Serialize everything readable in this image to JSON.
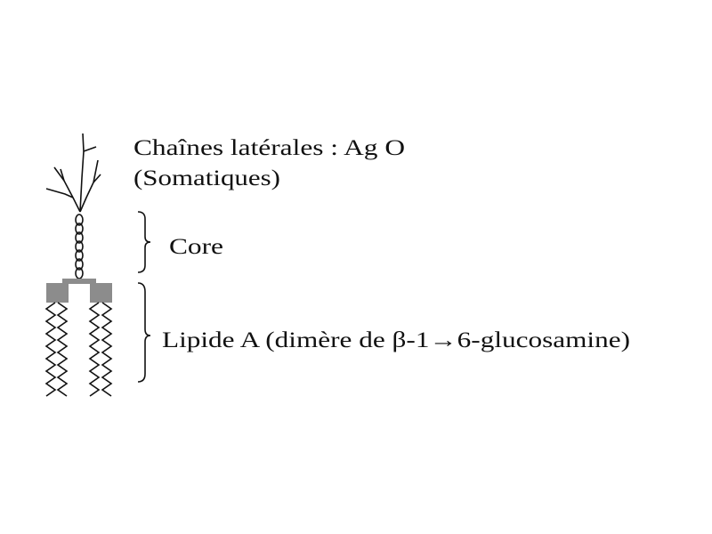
{
  "labels": {
    "side_chains": "Chaînes latérales : Ag O",
    "side_chains_sub": "(Somatiques)",
    "core": "Core",
    "lipid_a": "Lipide A (dimère de β-1→6-glucosamine)"
  },
  "colors": {
    "lipid_block": "#8c8c8c",
    "line": "#111111"
  }
}
